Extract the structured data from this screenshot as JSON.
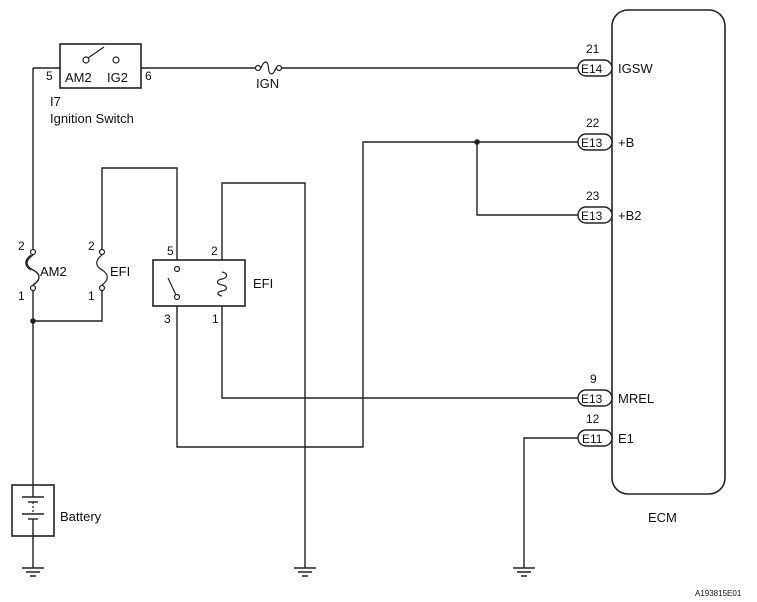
{
  "ignition_switch": {
    "id": "I7",
    "name": "Ignition Switch",
    "pin_left": "5",
    "pin_right": "6",
    "terminal_left": "AM2",
    "terminal_right": "IG2"
  },
  "fuses": {
    "ign": {
      "label": "IGN"
    },
    "am2": {
      "label": "AM2",
      "pin_top": "2",
      "pin_bottom": "1"
    },
    "efi": {
      "label": "EFI",
      "pin_top": "2",
      "pin_bottom": "1"
    }
  },
  "relay": {
    "label": "EFI",
    "pin_top_left": "5",
    "pin_top_right": "2",
    "pin_bottom_left": "3",
    "pin_bottom_right": "1"
  },
  "battery": {
    "label": "Battery"
  },
  "ecm": {
    "label": "ECM",
    "terminals": [
      {
        "pin": "21",
        "connector": "E14",
        "name": "IGSW"
      },
      {
        "pin": "22",
        "connector": "E13",
        "name": "+B"
      },
      {
        "pin": "23",
        "connector": "E13",
        "name": "+B2"
      },
      {
        "pin": "9",
        "connector": "E13",
        "name": "MREL"
      },
      {
        "pin": "12",
        "connector": "E11",
        "name": "E1"
      }
    ]
  },
  "figure_code": "A193815E01"
}
